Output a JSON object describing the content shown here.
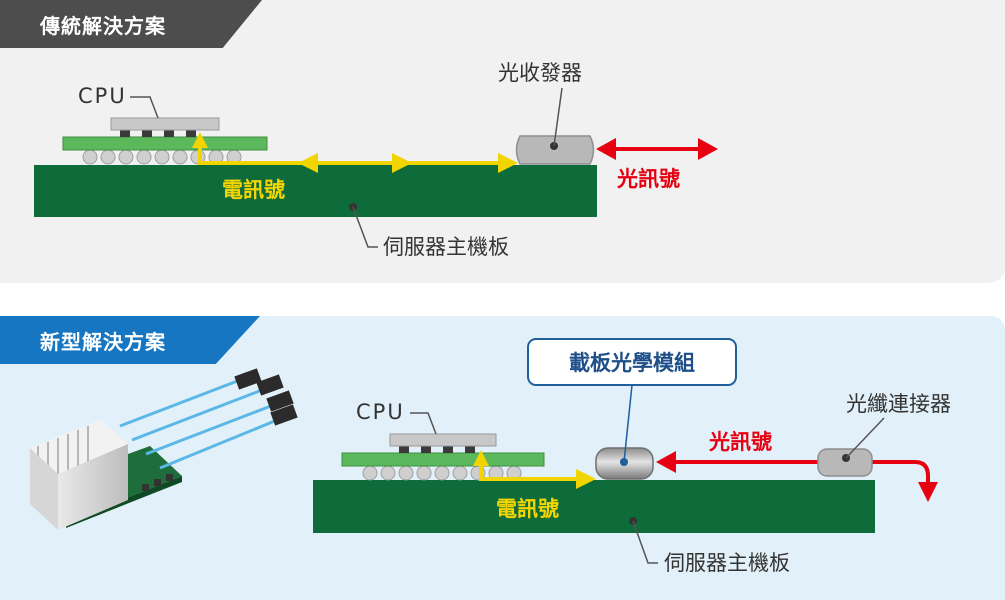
{
  "traditional": {
    "title": "傳統解決方案",
    "cpu_label": "CPU",
    "transceiver_label": "光收發器",
    "electrical_signal": "電訊號",
    "optical_signal": "光訊號",
    "board_label": "伺服器主機板"
  },
  "new_solution": {
    "title": "新型解決方案",
    "cpu_label": "CPU",
    "module_label": "載板光學模組",
    "optical_signal": "光訊號",
    "connector_label": "光纖連接器",
    "electrical_signal": "電訊號",
    "board_label": "伺服器主機板"
  },
  "colors": {
    "board": "#0e6b3a",
    "substrate": "#5cb85c",
    "electrical_arrow": "#f2d400",
    "optical_arrow": "#e60012",
    "module_frame": "#1f5f9c"
  }
}
